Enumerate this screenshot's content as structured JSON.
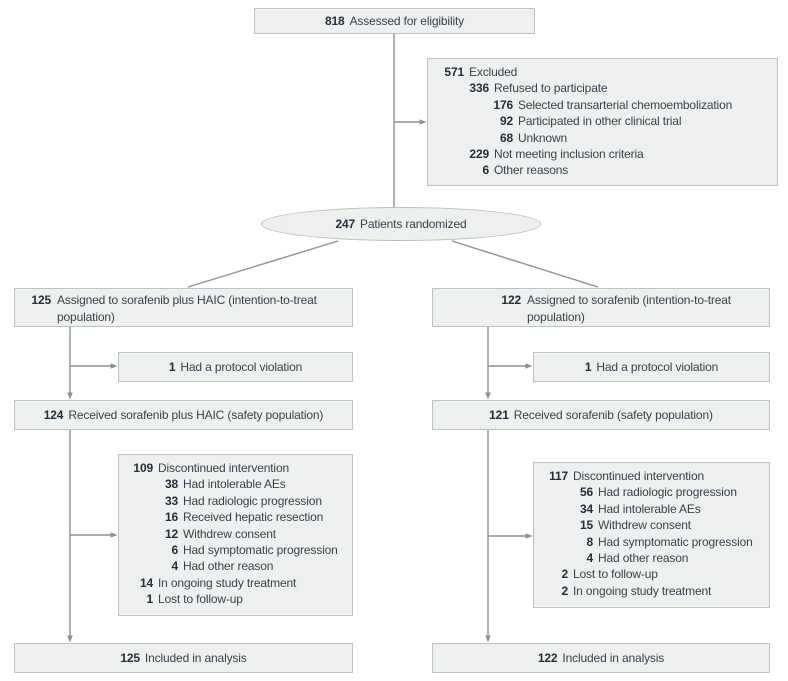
{
  "diagram_type": "CONSORT patient flow diagram",
  "colors": {
    "box_fill": "#edf0ee",
    "box_border": "#bcc2bf",
    "connector": "#8b9196",
    "number": "#232e3c",
    "text": "#38414d"
  },
  "assessed": {
    "n": "818",
    "label": "Assessed for eligibility"
  },
  "excluded": {
    "lines": [
      {
        "n": "571",
        "label": "Excluded"
      },
      {
        "n": "336",
        "label": "Refused to participate"
      },
      {
        "n": "176",
        "label": "Selected transarterial chemoembolization"
      },
      {
        "n": "92",
        "label": "Participated in other clinical trial"
      },
      {
        "n": "68",
        "label": "Unknown"
      },
      {
        "n": "229",
        "label": "Not meeting inclusion criteria"
      },
      {
        "n": "6",
        "label": "Other reasons"
      }
    ]
  },
  "randomized": {
    "n": "247",
    "label": "Patients randomized"
  },
  "arm_left": {
    "assigned": {
      "n": "125",
      "label": "Assigned to sorafenib plus HAIC (intention-to-treat population)"
    },
    "protocol": {
      "n": "1",
      "label": "Had a protocol violation"
    },
    "received": {
      "n": "124",
      "label": "Received sorafenib plus HAIC (safety population)"
    },
    "discontinued": {
      "lines": [
        {
          "n": "109",
          "label": "Discontinued intervention"
        },
        {
          "n": "38",
          "label": "Had intolerable AEs"
        },
        {
          "n": "33",
          "label": "Had radiologic progression"
        },
        {
          "n": "16",
          "label": "Received hepatic resection"
        },
        {
          "n": "12",
          "label": "Withdrew consent"
        },
        {
          "n": "6",
          "label": "Had symptomatic progression"
        },
        {
          "n": "4",
          "label": "Had other reason"
        },
        {
          "n": "14",
          "label": "In ongoing study treatment"
        },
        {
          "n": "1",
          "label": "Lost to follow-up"
        }
      ]
    },
    "analysis": {
      "n": "125",
      "label": "Included in analysis"
    }
  },
  "arm_right": {
    "assigned": {
      "n": "122",
      "label": "Assigned to sorafenib (intention-to-treat population)"
    },
    "protocol": {
      "n": "1",
      "label": "Had a protocol violation"
    },
    "received": {
      "n": "121",
      "label": "Received sorafenib (safety population)"
    },
    "discontinued": {
      "lines": [
        {
          "n": "117",
          "label": "Discontinued intervention"
        },
        {
          "n": "56",
          "label": "Had radiologic progression"
        },
        {
          "n": "34",
          "label": "Had intolerable AEs"
        },
        {
          "n": "15",
          "label": "Withdrew consent"
        },
        {
          "n": "8",
          "label": "Had symptomatic progression"
        },
        {
          "n": "4",
          "label": "Had other reason"
        },
        {
          "n": "2",
          "label": "Lost to follow-up"
        },
        {
          "n": "2",
          "label": "In ongoing study treatment"
        }
      ]
    },
    "analysis": {
      "n": "122",
      "label": "Included in analysis"
    }
  }
}
